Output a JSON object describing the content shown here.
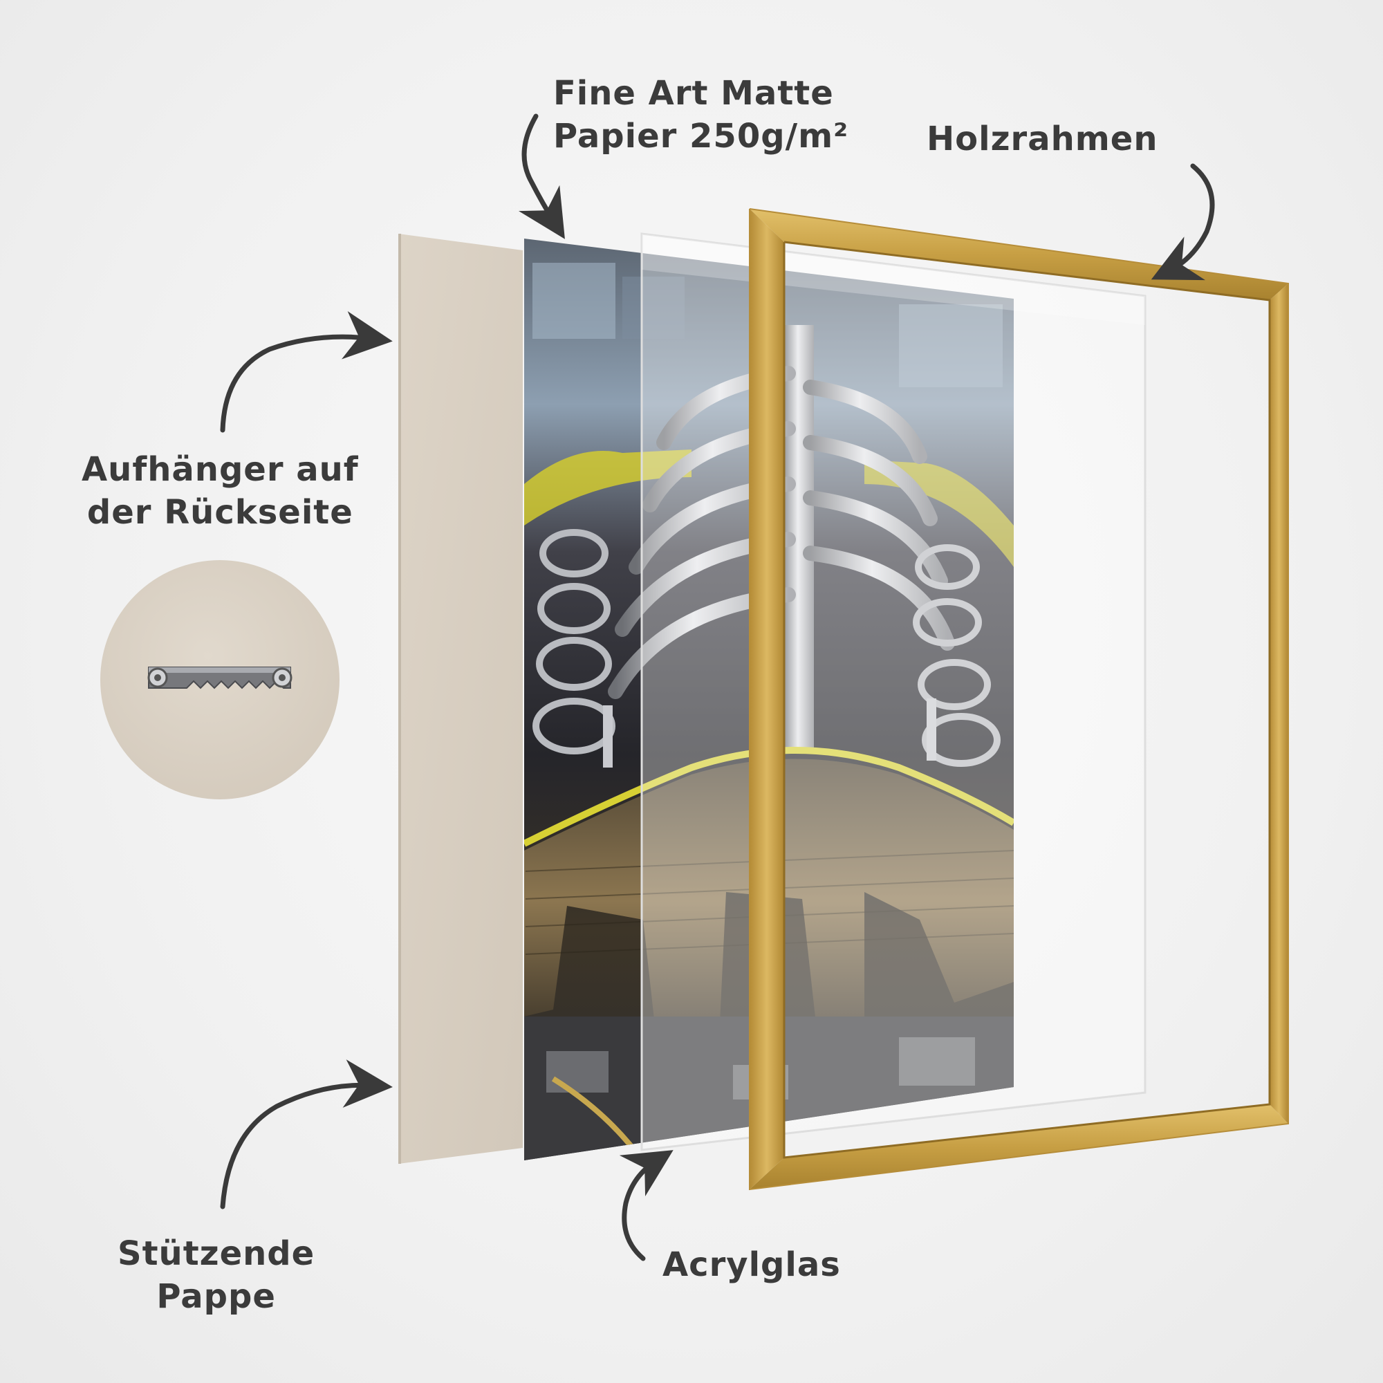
{
  "labels": {
    "paper_line1": "Fine Art Matte",
    "paper_line2": "Papier 250g/m²",
    "frame": "Holzrahmen",
    "hanger_line1": "Aufhänger auf",
    "hanger_line2": "der Rückseite",
    "board_line1": "Stützende",
    "board_line2": "Pappe",
    "acrylic": "Acrylglas"
  },
  "colors": {
    "background": "#f1f1f1",
    "text": "#3b3b3b",
    "arrow": "#3a3a3a",
    "cardboard": "#d8cfc2",
    "frame_gold": "#c9a24a",
    "frame_gold_dark": "#a37e2c",
    "accent_yellow": "#d8cf2a"
  },
  "icons": {
    "hanger": "sawtooth-hanger-icon",
    "arrows": "curved-arrow-icon"
  }
}
